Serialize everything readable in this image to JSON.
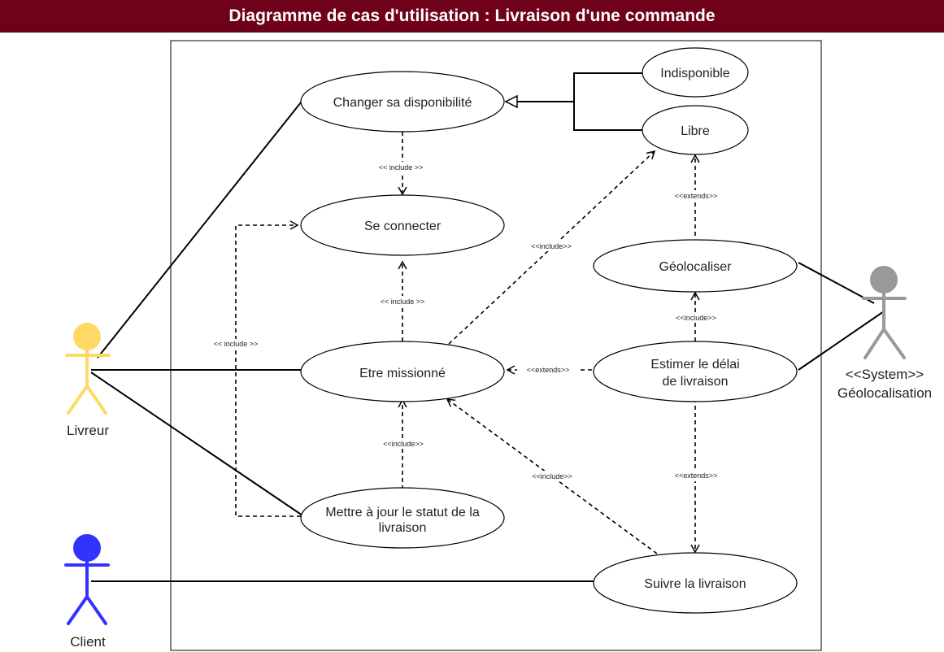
{
  "title": "Diagramme de cas d'utilisation : Livraison d'une commande",
  "actors": {
    "livreur": {
      "label": "Livreur",
      "color": "#ffd966"
    },
    "client": {
      "label": "Client",
      "color": "#3333ff"
    },
    "geoloc": {
      "stereotype": "<<System>>",
      "label": "Géolocalisation",
      "color": "#999999"
    }
  },
  "use_cases": {
    "changer": {
      "label": "Changer sa disponibilité"
    },
    "connecter": {
      "label": "Se connecter"
    },
    "missionne": {
      "label": "Etre missionné"
    },
    "statut": {
      "line1": "Mettre à jour le statut de la",
      "line2": "livraison"
    },
    "indisponible": {
      "label": "Indisponible"
    },
    "libre": {
      "label": "Libre"
    },
    "geolocaliser": {
      "label": "Géolocaliser"
    },
    "estimer": {
      "line1": "Estimer le délai",
      "line2": "de livraison"
    },
    "suivre": {
      "label": "Suivre la livraison"
    }
  },
  "relations": {
    "changer_connecter": "<< include >>",
    "missionne_connecter": "<< include >>",
    "statut_connecter": "<< include >>",
    "missionne_libre": "<<include>>",
    "statut_missionne": "<<include>>",
    "suivre_missionne": "<<include>>",
    "geoloc_libre": "<<extends>>",
    "estimer_geoloc": "<<include>>",
    "estimer_missionne": "<<extends>>",
    "estimer_suivre": "<<extends>>"
  }
}
